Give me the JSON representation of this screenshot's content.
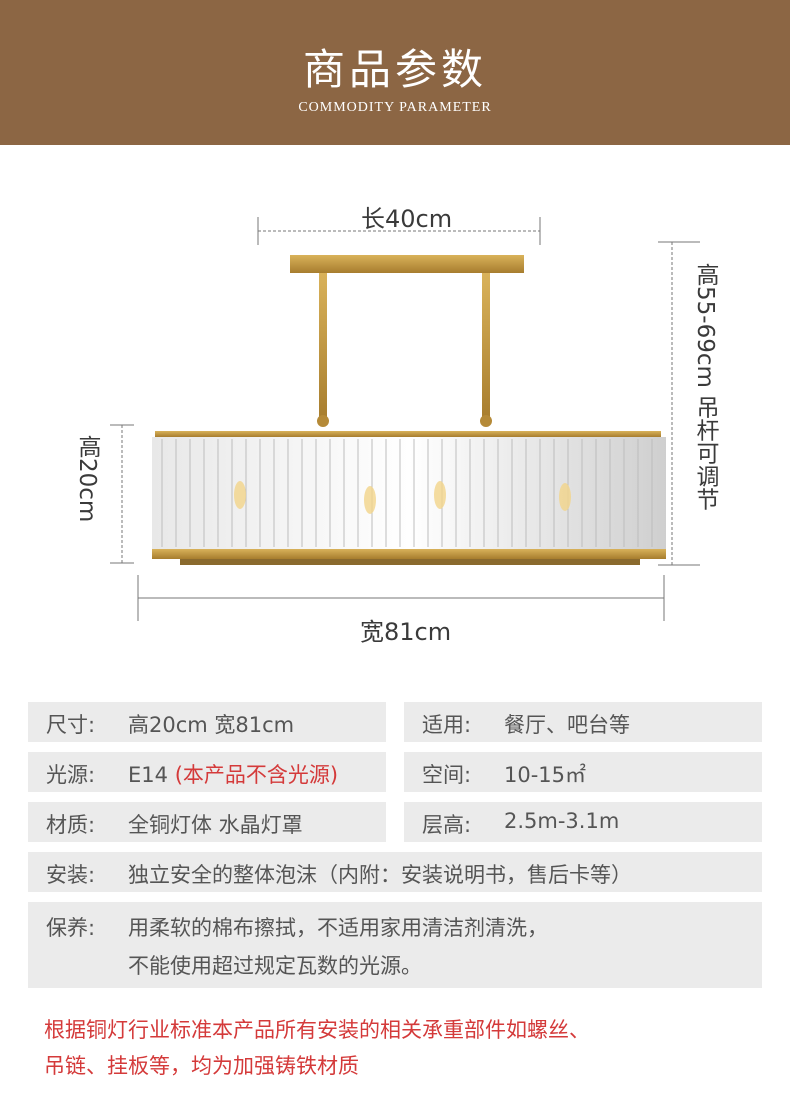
{
  "header": {
    "title": "商品参数",
    "subtitle": "COMMODITY PARAMETER",
    "bg_color": "#8c6644"
  },
  "dimensions": {
    "length": "长40cm",
    "width": "宽81cm",
    "body_height": "高20cm",
    "total_height": "高55-69cm  吊杆可调节"
  },
  "specs": {
    "size": {
      "label": "尺寸:",
      "value": "高20cm 宽81cm"
    },
    "usage": {
      "label": "适用:",
      "value": "餐厅、吧台等"
    },
    "light": {
      "label": "光源:",
      "value": "E14",
      "note": "(本产品不含光源)"
    },
    "space": {
      "label": "空间:",
      "value": "10-15㎡"
    },
    "material": {
      "label": "材质:",
      "value": "全铜灯体 水晶灯罩"
    },
    "floor_height": {
      "label": "层高:",
      "value": "2.5m-3.1m"
    },
    "install": {
      "label": "安装:",
      "value": "独立安全的整体泡沫（内附：安装说明书，售后卡等）"
    },
    "care": {
      "label": "保养:",
      "line1": "用柔软的棉布擦拭，不适用家用清洁剂清洗，",
      "line2": "不能使用超过规定瓦数的光源。"
    }
  },
  "note": {
    "line1": "根据铜灯行业标准本产品所有安装的相关承重部件如螺丝、",
    "line2": "吊链、挂板等，均为加强铸铁材质",
    "color": "#d43a3a"
  }
}
